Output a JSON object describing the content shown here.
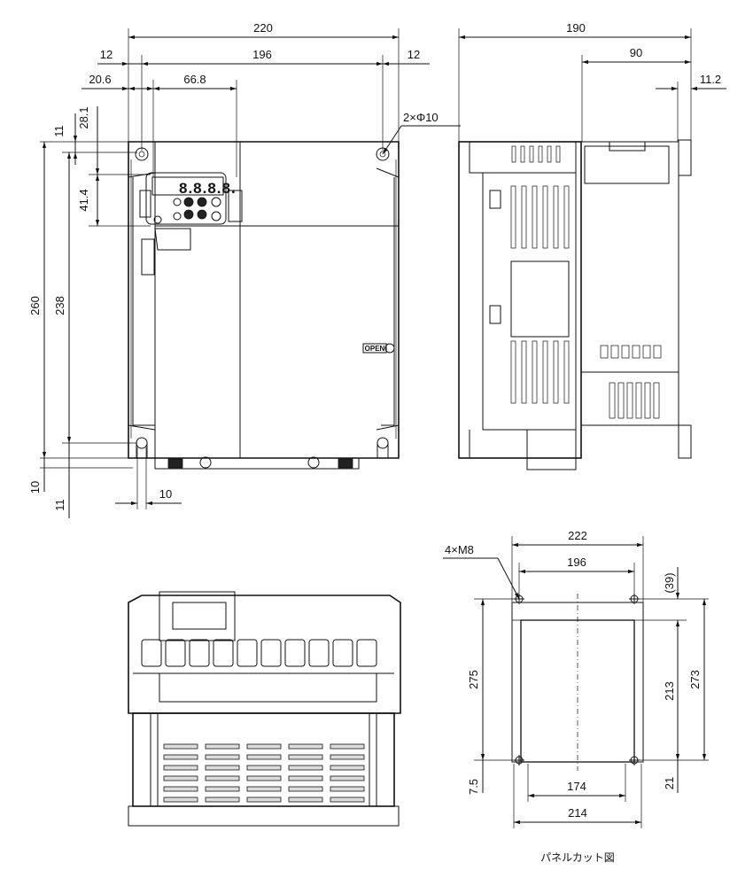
{
  "front_view": {
    "dims": {
      "width": "220",
      "left_margin": "12",
      "hole_pitch": "196",
      "right_margin": "12",
      "keypad_offset": "20.6",
      "keypad_width": "66.8",
      "top_margin": "11",
      "keypad_top": "28.1",
      "keypad_height": "41.4",
      "height": "260",
      "hole_pitch_v": "238",
      "bottom_margin": "10",
      "bottom_margin_2": "11",
      "slot_width": "10"
    },
    "hole_callout": "2×Φ10",
    "display_text": "8.8.8.8.",
    "open_label": "OPEN"
  },
  "side_view": {
    "dims": {
      "depth": "190",
      "depth_partial": "90",
      "offset": "11.2"
    }
  },
  "panel_cutout": {
    "title": "パネルカット図",
    "screw_callout": "4×M8",
    "dims": {
      "outer_width": "222",
      "hole_pitch_h": "196",
      "top_ref": "(39)",
      "height": "275",
      "hole_pitch_v": "213",
      "total": "273",
      "bottom_left": "7.5",
      "bottom_right": "21",
      "inner_width": "174",
      "base_width": "214"
    }
  }
}
